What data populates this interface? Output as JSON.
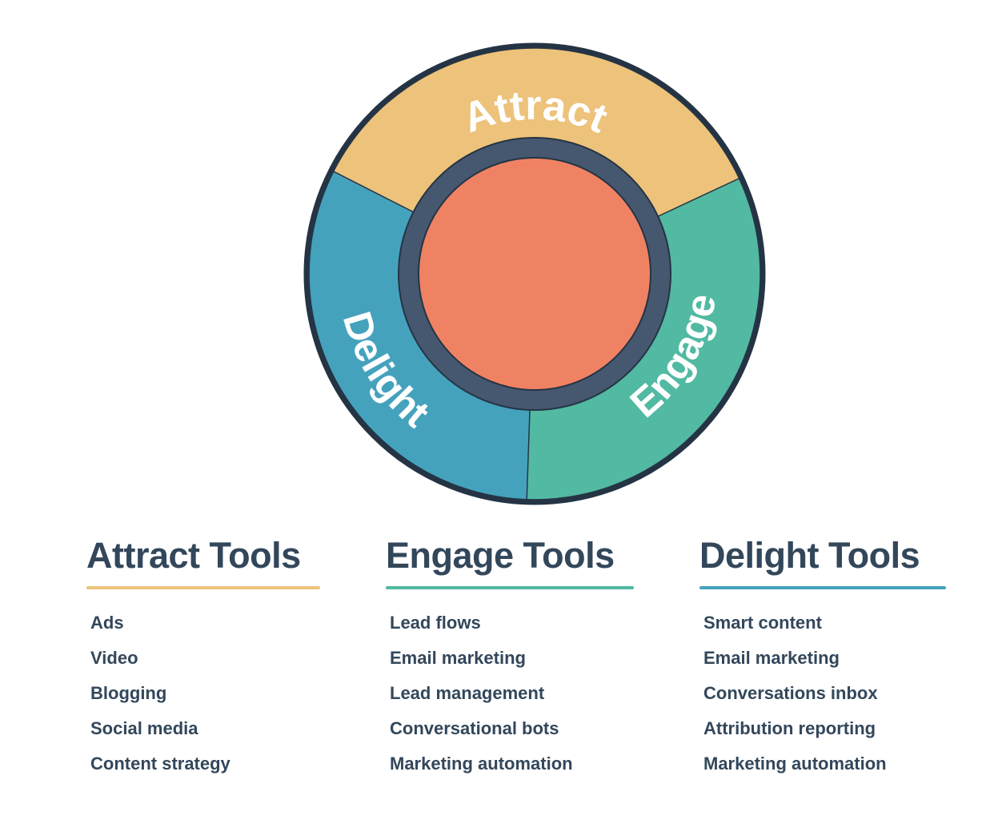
{
  "flywheel": {
    "segments": [
      {
        "id": "attract",
        "label": "Attract",
        "color": "#EDC27A"
      },
      {
        "id": "engage",
        "label": "Engage",
        "color": "#52B9A2"
      },
      {
        "id": "delight",
        "label": "Delight",
        "color": "#45A2BD"
      }
    ],
    "hub_color": "#F08264",
    "ring_color": "#46586F",
    "outline_color": "#253444"
  },
  "columns": [
    {
      "title": "Attract Tools",
      "color": "#EDC27A",
      "items": [
        "Ads",
        "Video",
        "Blogging",
        "Social media",
        "Content strategy"
      ]
    },
    {
      "title": "Engage Tools",
      "color": "#52B9A2",
      "items": [
        "Lead flows",
        "Email marketing",
        "Lead management",
        "Conversational bots",
        "Marketing automation"
      ]
    },
    {
      "title": "Delight Tools",
      "color": "#45A2BD",
      "items": [
        "Smart content",
        "Email marketing",
        "Conversations inbox",
        "Attribution reporting",
        "Marketing automation"
      ]
    }
  ]
}
